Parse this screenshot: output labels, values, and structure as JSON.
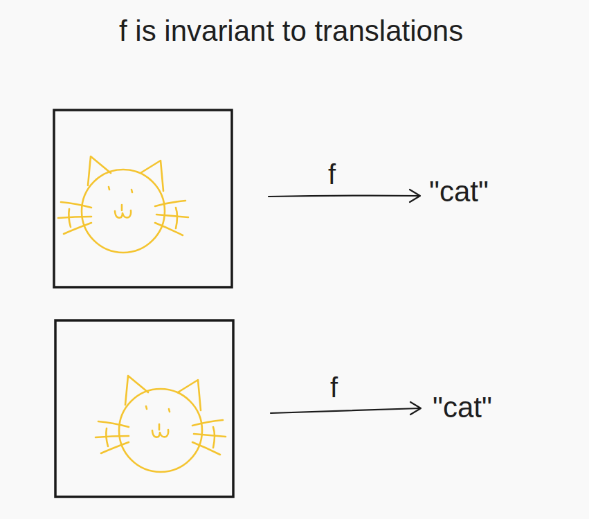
{
  "diagram": {
    "title": "f is invariant to translations",
    "labels": [
      "f",
      "\"cat\"",
      "f",
      "\"cat\""
    ]
  }
}
